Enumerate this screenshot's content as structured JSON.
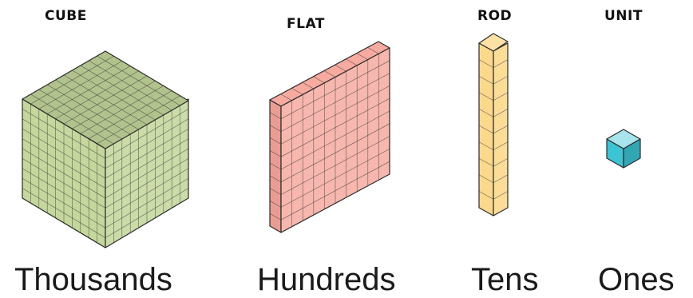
{
  "blocks": [
    {
      "tag": "CUBE",
      "caption": "Thousands",
      "color": "#c5d79c"
    },
    {
      "tag": "FLAT",
      "caption": "Hundreds",
      "color": "#f5a59a"
    },
    {
      "tag": "ROD",
      "caption": "Tens",
      "color": "#fad98c"
    },
    {
      "tag": "UNIT",
      "caption": "Ones",
      "color": "#3cc3d4"
    }
  ]
}
